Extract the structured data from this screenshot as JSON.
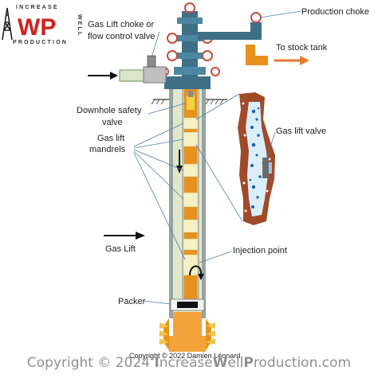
{
  "logo": {
    "top_text": "INCREASE",
    "main_text": "WP",
    "side_text": "WELL",
    "bottom_text": "PRODUCTION",
    "brand_red": "#d21f1f"
  },
  "labels": {
    "gas_lift_choke": "Gas Lift choke or",
    "gas_lift_choke_2": "flow control valve",
    "production_choke": "Production choke",
    "to_stock_tank": "To stock tank",
    "downhole_safety_valve": "Downhole safety",
    "downhole_safety_valve_2": "valve",
    "gas_lift_mandrels": "Gas lift",
    "gas_lift_mandrels_2": "mandrels",
    "gas_lift_valve": "Gas lift valve",
    "gas_lift": "Gas Lift",
    "injection_point": "Injection point",
    "packer": "Packer",
    "small_copyright": "Copyright © 2022 Damien Léonard"
  },
  "footer": {
    "prefix": "Copyright © 2024 ",
    "i_cap": "I",
    "i_rest": "ncrease",
    "w_cap": "W",
    "w_rest": "ell",
    "p_cap": "P",
    "p_rest": "roduction.com"
  },
  "colors": {
    "tubing_orange": "#e8911c",
    "annulus_green": "#dfe9c9",
    "casing_grey": "#9aa3a3",
    "valve_red": "#c94a3a",
    "tree_blue": "#3e6f86",
    "arrow_orange": "#e8792a",
    "rock_brown": "#a04a2a"
  }
}
